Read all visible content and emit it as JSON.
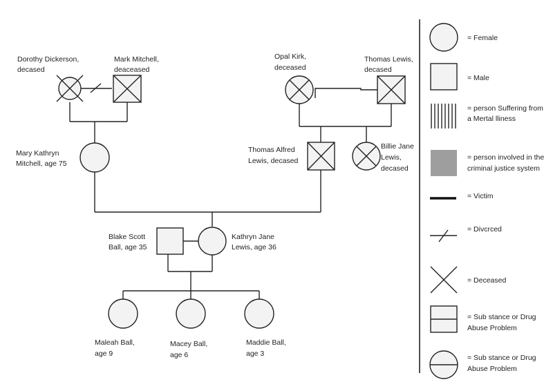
{
  "people": {
    "dorothy": {
      "line1": "Dorothy Dickerson,",
      "line2": "decased"
    },
    "mark": {
      "line1": "Mark Mitchell,",
      "line2": "deaceased"
    },
    "opal": {
      "line1": "Opal Kirk,",
      "line2": "deceased"
    },
    "thomas": {
      "line1": "Thomas Lewis,",
      "line2": "decased"
    },
    "mary": {
      "line1": "Mary Kathryn",
      "line2": "Mitchell, age 75"
    },
    "thomas_alfred": {
      "line1": "Thomas Alfred",
      "line2": "Lewis, decased"
    },
    "billie": {
      "line1": "Billie Jane",
      "line2": "Lewis,",
      "line3": "decased"
    },
    "blake": {
      "line1": "Blake Scott",
      "line2": "Ball, age 35"
    },
    "kathryn": {
      "line1": "Kathryn Jane",
      "line2": "Lewis, age 36"
    },
    "maleah": {
      "line1": "Maleah Ball,",
      "line2": "age 9"
    },
    "macey": {
      "line1": "Macey Ball,",
      "line2": "age 6"
    },
    "maddie": {
      "line1": "Maddie Ball,",
      "line2": "age 3"
    }
  },
  "legend": {
    "female": "= Female",
    "male": "= Male",
    "mental_1": "= person Suffering from",
    "mental_2": "a Mertal lliness",
    "criminal_1": "= person involved in the",
    "criminal_2": "criminal justice system",
    "victim": "= Victim",
    "divorced": "= Divcrced",
    "deceased": "= Deceased",
    "sub_sq_1": "= Sub stance or Drug",
    "sub_sq_2": "Abuse Problem",
    "sub_ci_1": "= Sub stance or Drug",
    "sub_ci_2": "Abuse Problem"
  },
  "colors": {
    "stroke": "#222222",
    "fill": "#f3f3f3",
    "criminal": "#9e9e9e"
  }
}
